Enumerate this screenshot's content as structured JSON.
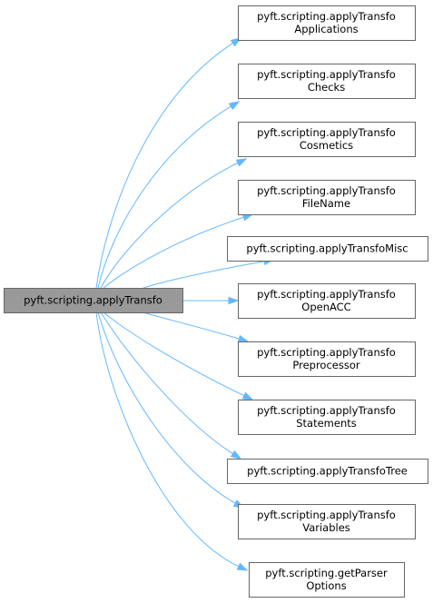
{
  "graph": {
    "root": {
      "lines": [
        "pyft.scripting.applyTransfo"
      ]
    },
    "targets": [
      {
        "lines": [
          "pyft.scripting.applyTransfo",
          "Applications"
        ]
      },
      {
        "lines": [
          "pyft.scripting.applyTransfo",
          "Checks"
        ]
      },
      {
        "lines": [
          "pyft.scripting.applyTransfo",
          "Cosmetics"
        ]
      },
      {
        "lines": [
          "pyft.scripting.applyTransfo",
          "FileName"
        ]
      },
      {
        "lines": [
          "pyft.scripting.applyTransfoMisc"
        ]
      },
      {
        "lines": [
          "pyft.scripting.applyTransfo",
          "OpenACC"
        ]
      },
      {
        "lines": [
          "pyft.scripting.applyTransfo",
          "Preprocessor"
        ]
      },
      {
        "lines": [
          "pyft.scripting.applyTransfo",
          "Statements"
        ]
      },
      {
        "lines": [
          "pyft.scripting.applyTransfoTree"
        ]
      },
      {
        "lines": [
          "pyft.scripting.applyTransfo",
          "Variables"
        ]
      },
      {
        "lines": [
          "pyft.scripting.getParser",
          "Options"
        ]
      }
    ]
  },
  "colors": {
    "root_fill": "#999999",
    "node_border": "#666666",
    "edge": "#63b8ff"
  }
}
